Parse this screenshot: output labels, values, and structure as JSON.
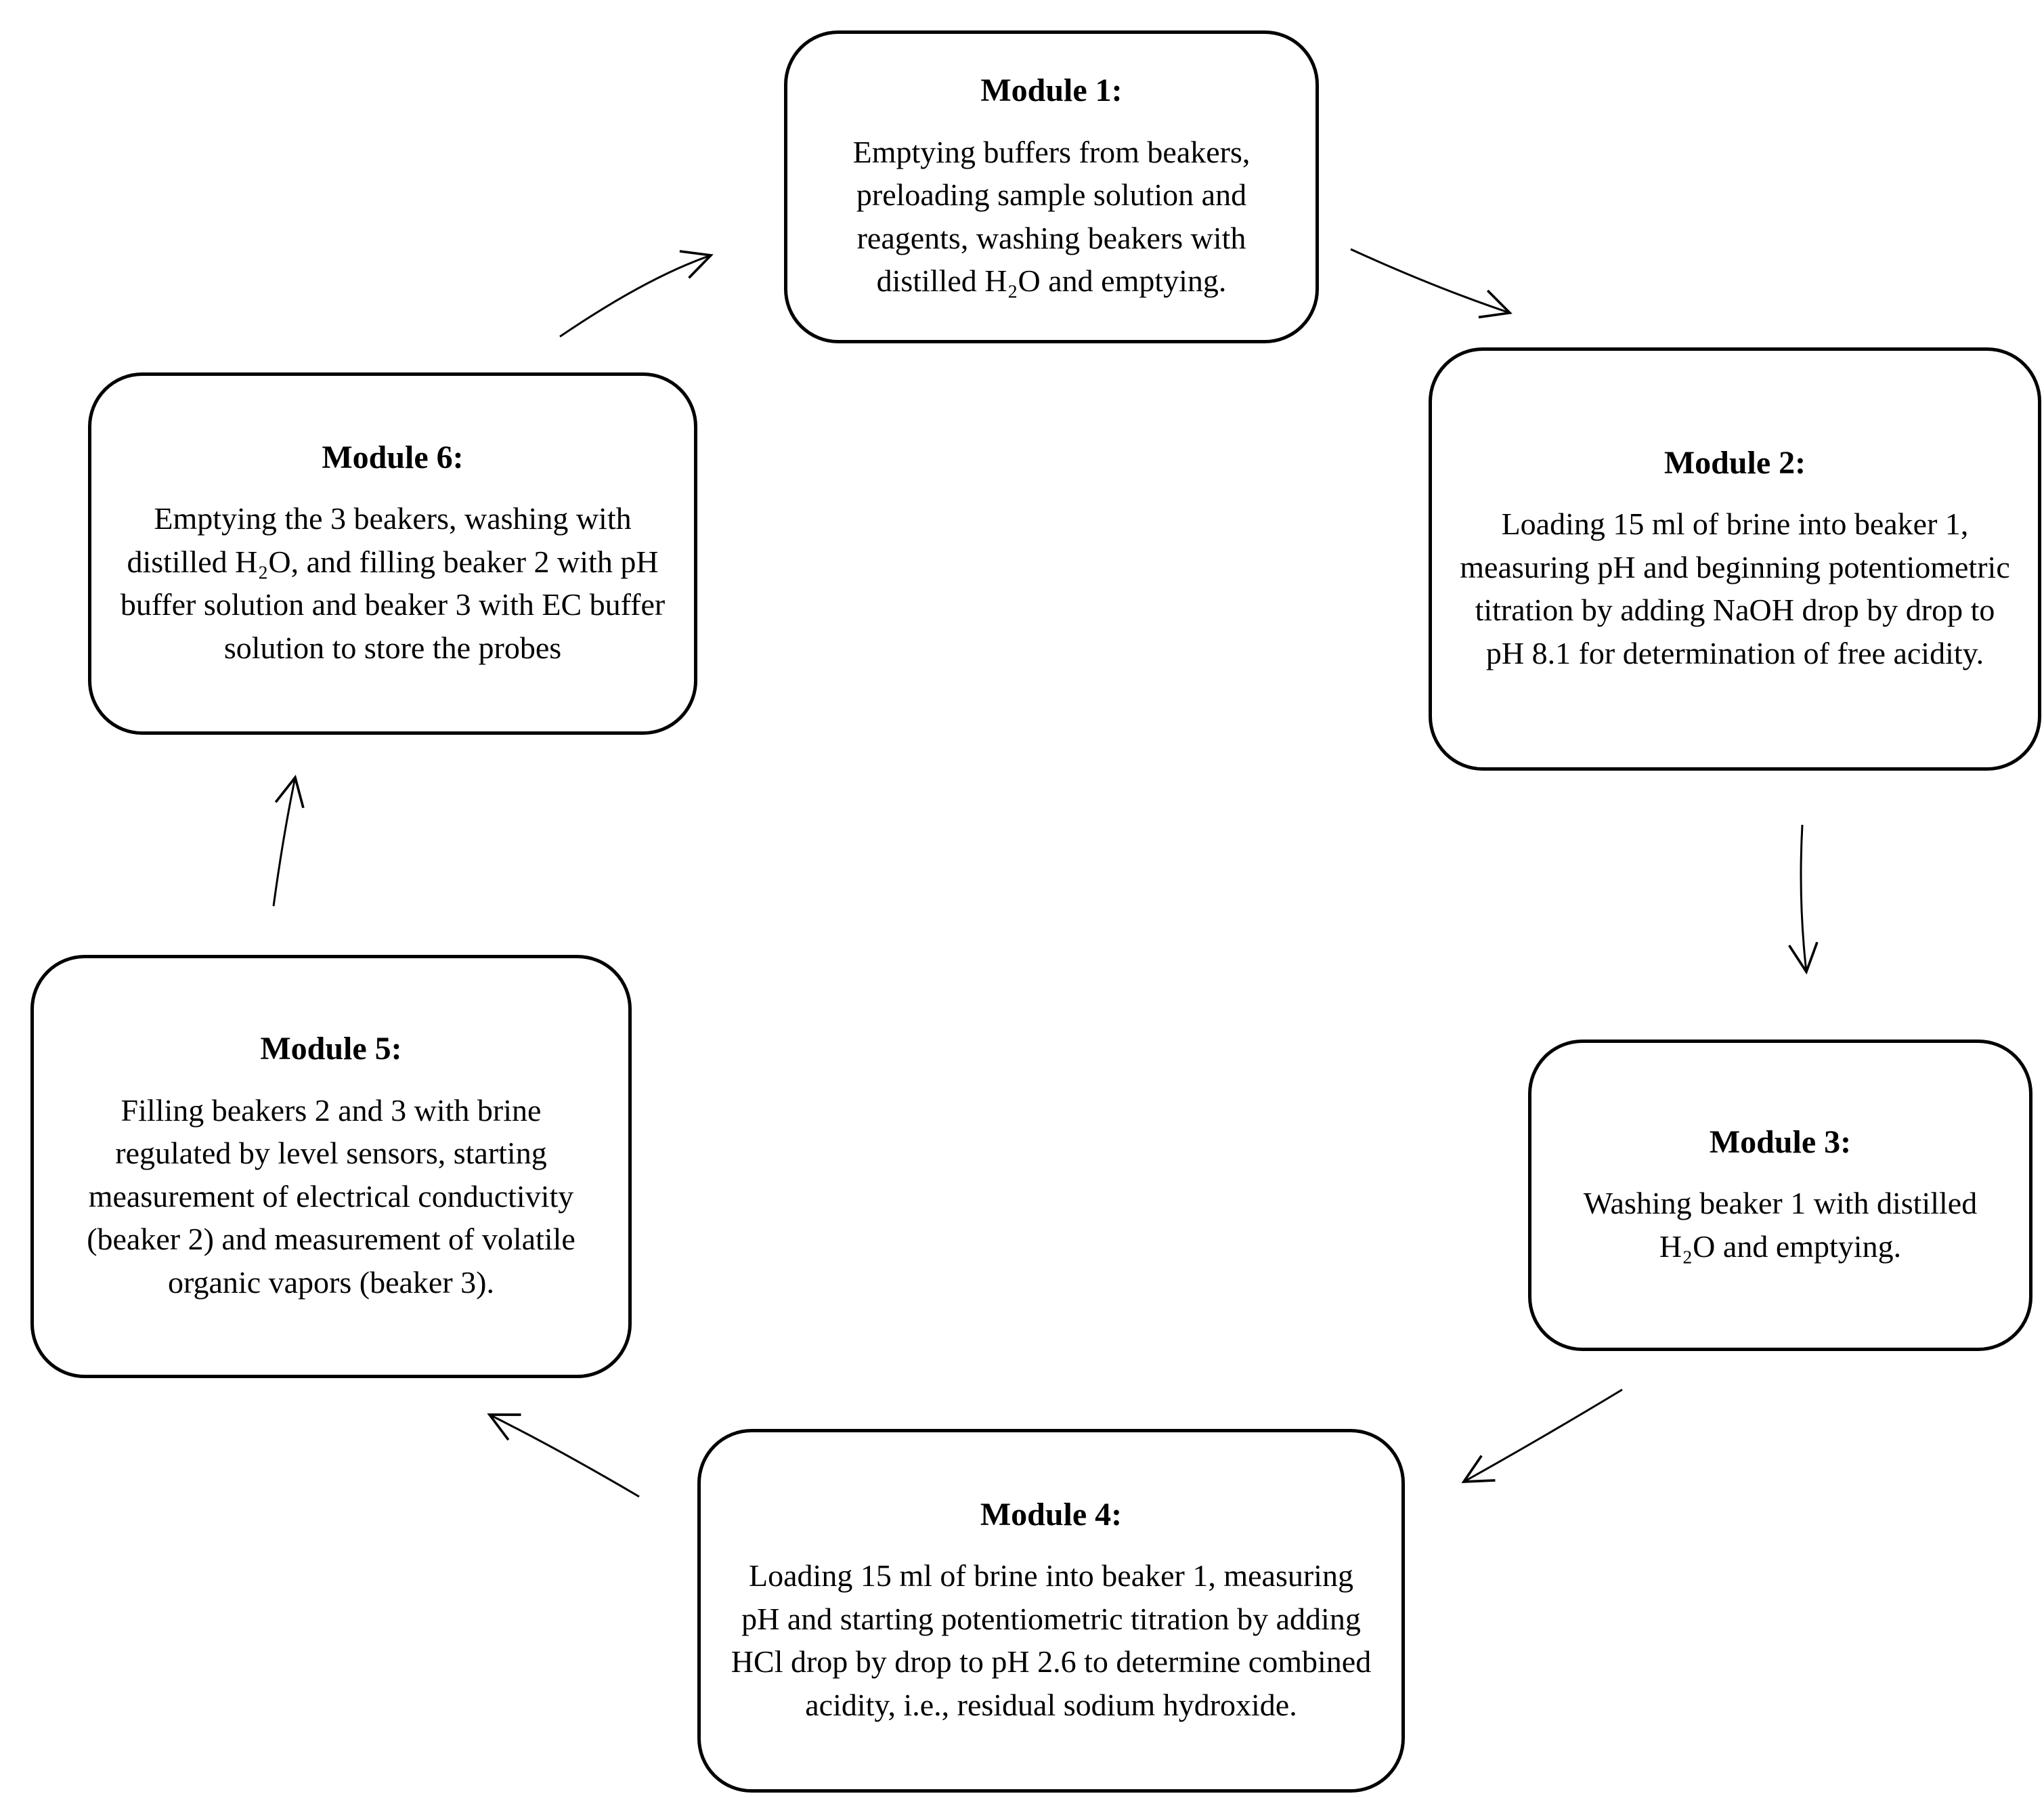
{
  "figure": {
    "background_color": "#ffffff",
    "line_color": "#000000",
    "modules": [
      {
        "title": "Module 1:",
        "body": "Emptying buffers from beakers, preloading sample solution and reagents, washing beakers with distilled H₂O and emptying."
      },
      {
        "title": "Module 2:",
        "body": "Loading 15 ml of brine into beaker 1, measuring pH and beginning potentiometric titration by adding NaOH drop by drop to pH 8.1 for determination of free acidity."
      },
      {
        "title": "Module 3:",
        "body": "Washing beaker 1 with distilled H₂O and emptying."
      },
      {
        "title": "Module 4:",
        "body": "Loading 15 ml of brine into beaker 1, measuring pH and starting potentiometric titration by adding HCl drop by drop to pH 2.6 to determine combined acidity, i.e., residual sodium hydroxide."
      },
      {
        "title": "Module 5:",
        "body": "Filling beakers 2 and 3 with brine regulated by level sensors, starting measurement of electrical conductivity (beaker 2) and measurement of volatile organic vapors (beaker 3)."
      },
      {
        "title": "Module 6:",
        "body": "Emptying the 3 beakers, washing with distilled H₂O, and filling beaker 2 with pH buffer solution and beaker 3 with EC buffer solution to store the probes"
      }
    ],
    "flow": [
      {
        "from": "module-6",
        "to": "module-1"
      },
      {
        "from": "module-1",
        "to": "module-2"
      },
      {
        "from": "module-2",
        "to": "module-3"
      },
      {
        "from": "module-3",
        "to": "module-4"
      },
      {
        "from": "module-4",
        "to": "module-5"
      },
      {
        "from": "module-5",
        "to": "module-6"
      }
    ]
  }
}
